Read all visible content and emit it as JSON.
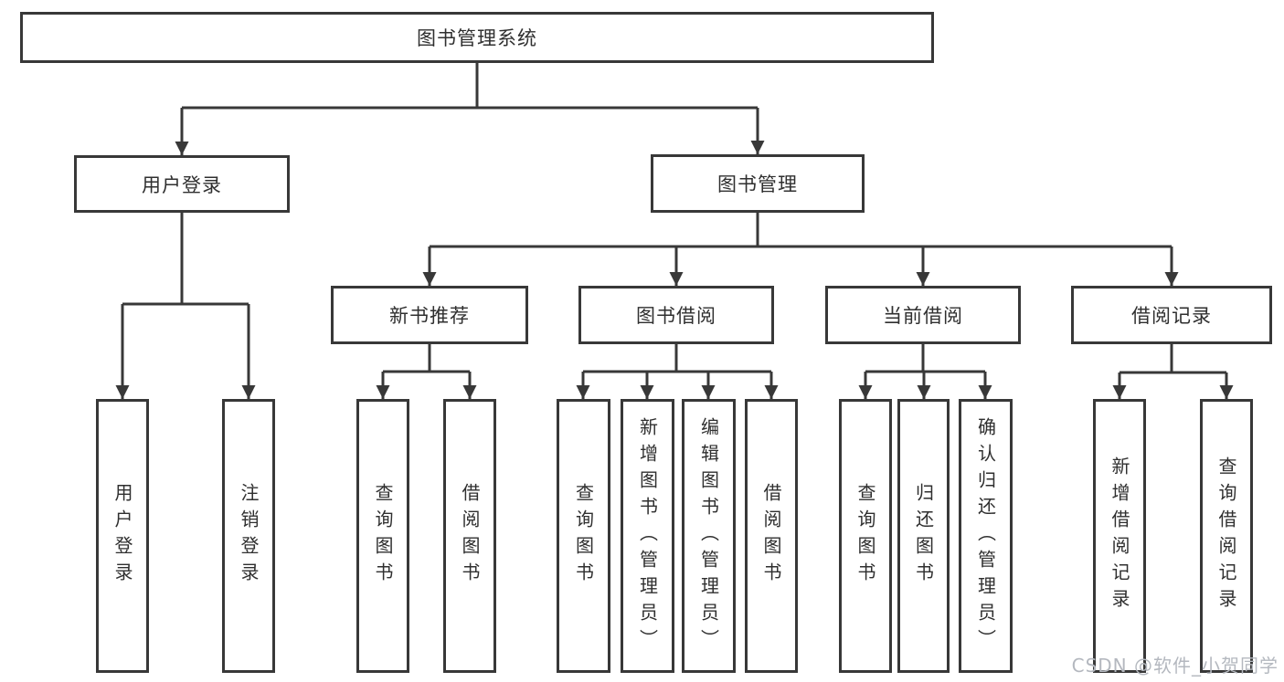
{
  "colors": {
    "line": "#383838",
    "box_border": "#383838",
    "box_fill": "#ffffff",
    "text": "#2f2f2f",
    "watermark_text": "#b4b8bf",
    "background": "#ffffff"
  },
  "diagram": {
    "root": {
      "label": "图书管理系统"
    },
    "branches": [
      {
        "label": "用户登录",
        "children": [
          "用户登录",
          "注销登录"
        ]
      },
      {
        "label": "图书管理",
        "groups": [
          {
            "label": "新书推荐",
            "children": [
              "查询图书",
              "借阅图书"
            ]
          },
          {
            "label": "图书借阅",
            "children": [
              "查询图书",
              "新增图书（管理员）",
              "编辑图书（管理员）",
              "借阅图书"
            ]
          },
          {
            "label": "当前借阅",
            "children": [
              "查询图书",
              "归还图书",
              "确认归还（管理员）"
            ]
          },
          {
            "label": "借阅记录",
            "children": [
              "新增借阅记录",
              "查询借阅记录"
            ]
          }
        ]
      }
    ]
  },
  "watermark": "CSDN @软件_小贺同学"
}
